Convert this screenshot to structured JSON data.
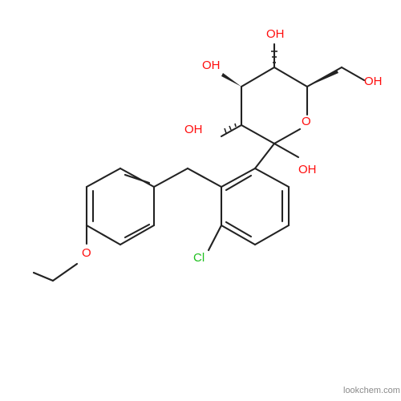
{
  "molecule": {
    "labels": {
      "oh_top": "OH",
      "oh_upper_left": "OH",
      "oh_right": "OH",
      "oh_left": "OH",
      "oh_anomeric": "OH",
      "ring_oxygen": "O",
      "chlorine": "Cl",
      "ether_oxygen": "O"
    }
  },
  "watermark": "lookchem.com",
  "colors": {
    "oxygen": "#ff0d0d",
    "chlorine": "#1fc01f",
    "bond": "#222222"
  }
}
